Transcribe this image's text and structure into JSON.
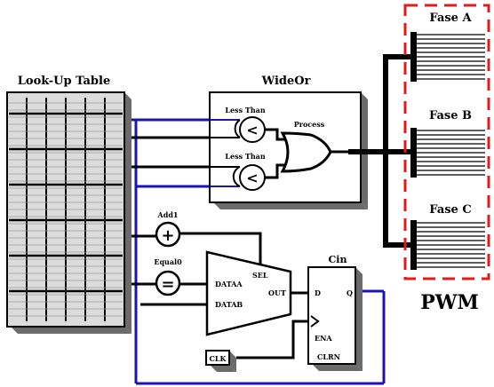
{
  "labels": {
    "lut": "Look-Up Table",
    "wideor": "WideOr",
    "less_than_1": "Less Than",
    "less_than_2": "Less Than",
    "process": "Process",
    "add": "Add1",
    "equal": "Equal0",
    "dataa": "DATAA",
    "datab": "DATAB",
    "sel": "SEL",
    "out": "OUT",
    "cin": "Cin",
    "d": "D",
    "q": "Q",
    "ena": "ENA",
    "clrn": "CLRN",
    "clk": "CLK",
    "fase_a": "Fase A",
    "fase_b": "Fase B",
    "fase_c": "Fase C",
    "pwm": "PWM",
    "plus": "+",
    "equals": "=",
    "lt_symbol_1": "<",
    "lt_symbol_2": "<"
  },
  "colors": {
    "wire_black": "#000000",
    "wire_blue": "#1a14b4",
    "pwm_border": "#e01b1b",
    "box_shadow": "#6b6b6b",
    "lut_fill": "#dcdcdc"
  }
}
